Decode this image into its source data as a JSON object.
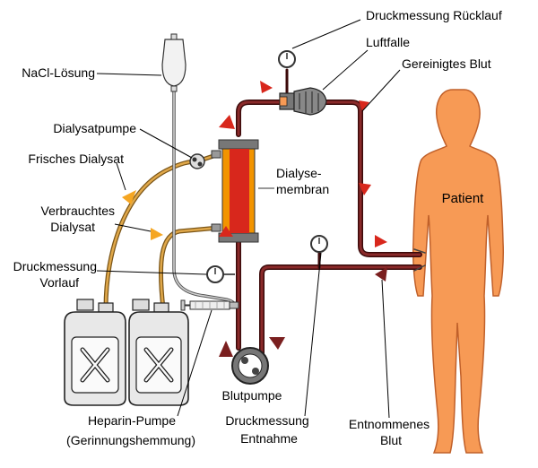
{
  "labels": {
    "nacl": "NaCl-Lösung",
    "dialysatpumpe": "Dialysatpumpe",
    "frisches_1": "Frisches Dialysat",
    "verbrauchtes_1": "Verbrauchtes",
    "verbrauchtes_2": "Dialysat",
    "druck_vorlauf_1": "Druckmessung",
    "druck_vorlauf_2": "Vorlauf",
    "heparin_1": "Heparin-Pumpe",
    "heparin_2": "(Gerinnungshemmung)",
    "blutpumpe": "Blutpumpe",
    "druck_entnahme_1": "Druckmessung",
    "druck_entnahme_2": "Entnahme",
    "entnommenes_1": "Entnommenes",
    "entnommenes_2": "Blut",
    "druck_ruecklauf": "Druckmessung Rücklauf",
    "luftfalle": "Luftfalle",
    "gereinigtes": "Gereinigtes Blut",
    "membran_1": "Dialyse-",
    "membran_2": "membran",
    "patient": "Patient"
  },
  "colors": {
    "blood_tube": "#6b1f1f",
    "dialysate_tube": "#c88b2e",
    "saline_tube": "#999999",
    "patient": "#f79a55",
    "membrane_red": "#d8271c",
    "membrane_orange": "#f29400",
    "arrow_blood": "#d8271c",
    "arrow_dark": "#7a1f1f",
    "arrow_dialysate": "#f5a623"
  },
  "icons": {
    "canister": "chemical-canister-icon",
    "gauge": "pressure-gauge-icon",
    "pump": "roller-pump-icon",
    "syringe": "syringe-icon",
    "bag": "infusion-bag-icon"
  }
}
